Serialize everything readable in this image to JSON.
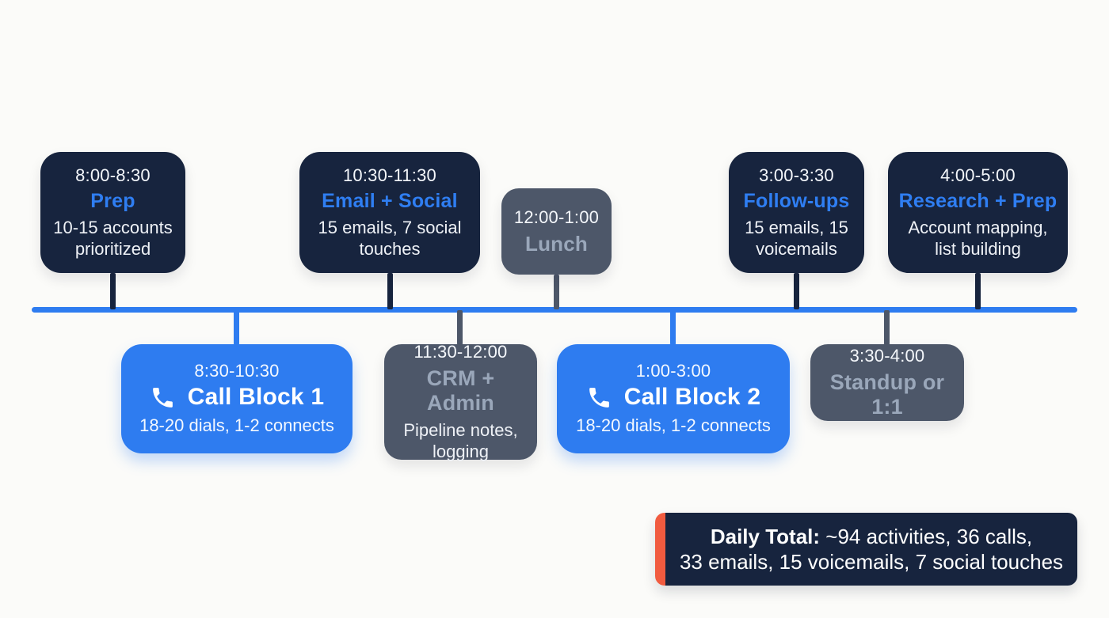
{
  "colors": {
    "background": "#fbfbf9",
    "navy_box": "#17243e",
    "blue_box": "#2e7cf0",
    "gray_box": "#4d5769",
    "accent_blue_text": "#2f7ef2",
    "muted_gray_text": "#9aa7ba",
    "timeline_blue": "#2e7cf0",
    "accent_orange": "#f15b3f",
    "white_text": "#ffffff"
  },
  "top_row": [
    {
      "time": "8:00-8:30",
      "title": "Prep",
      "detail": "10-15 accounts prioritized"
    },
    {
      "time": "10:30-11:30",
      "title": "Email + Social",
      "detail": "15 emails, 7 social touches"
    },
    {
      "time": "12:00-1:00",
      "title": "Lunch",
      "detail": ""
    },
    {
      "time": "3:00-3:30",
      "title": "Follow-ups",
      "detail": "15 emails, 15 voicemails"
    },
    {
      "time": "4:00-5:00",
      "title": "Research + Prep",
      "detail": "Account mapping, list building"
    }
  ],
  "bottom_row": [
    {
      "time": "8:30-10:30",
      "title": "Call Block 1",
      "detail": "18-20 dials, 1-2 connects",
      "icon": "phone-icon"
    },
    {
      "time": "11:30-12:00",
      "title": "CRM + Admin",
      "detail": "Pipeline notes, logging"
    },
    {
      "time": "1:00-3:00",
      "title": "Call Block 2",
      "detail": "18-20 dials, 1-2 connects",
      "icon": "phone-icon"
    },
    {
      "time": "3:30-4:00",
      "title": "Standup or 1:1",
      "detail": ""
    }
  ],
  "footer": {
    "label": "Daily Total:",
    "line1": "~94 activities, 36 calls,",
    "line2": "33 emails, 15 voicemails, 7 social touches"
  }
}
